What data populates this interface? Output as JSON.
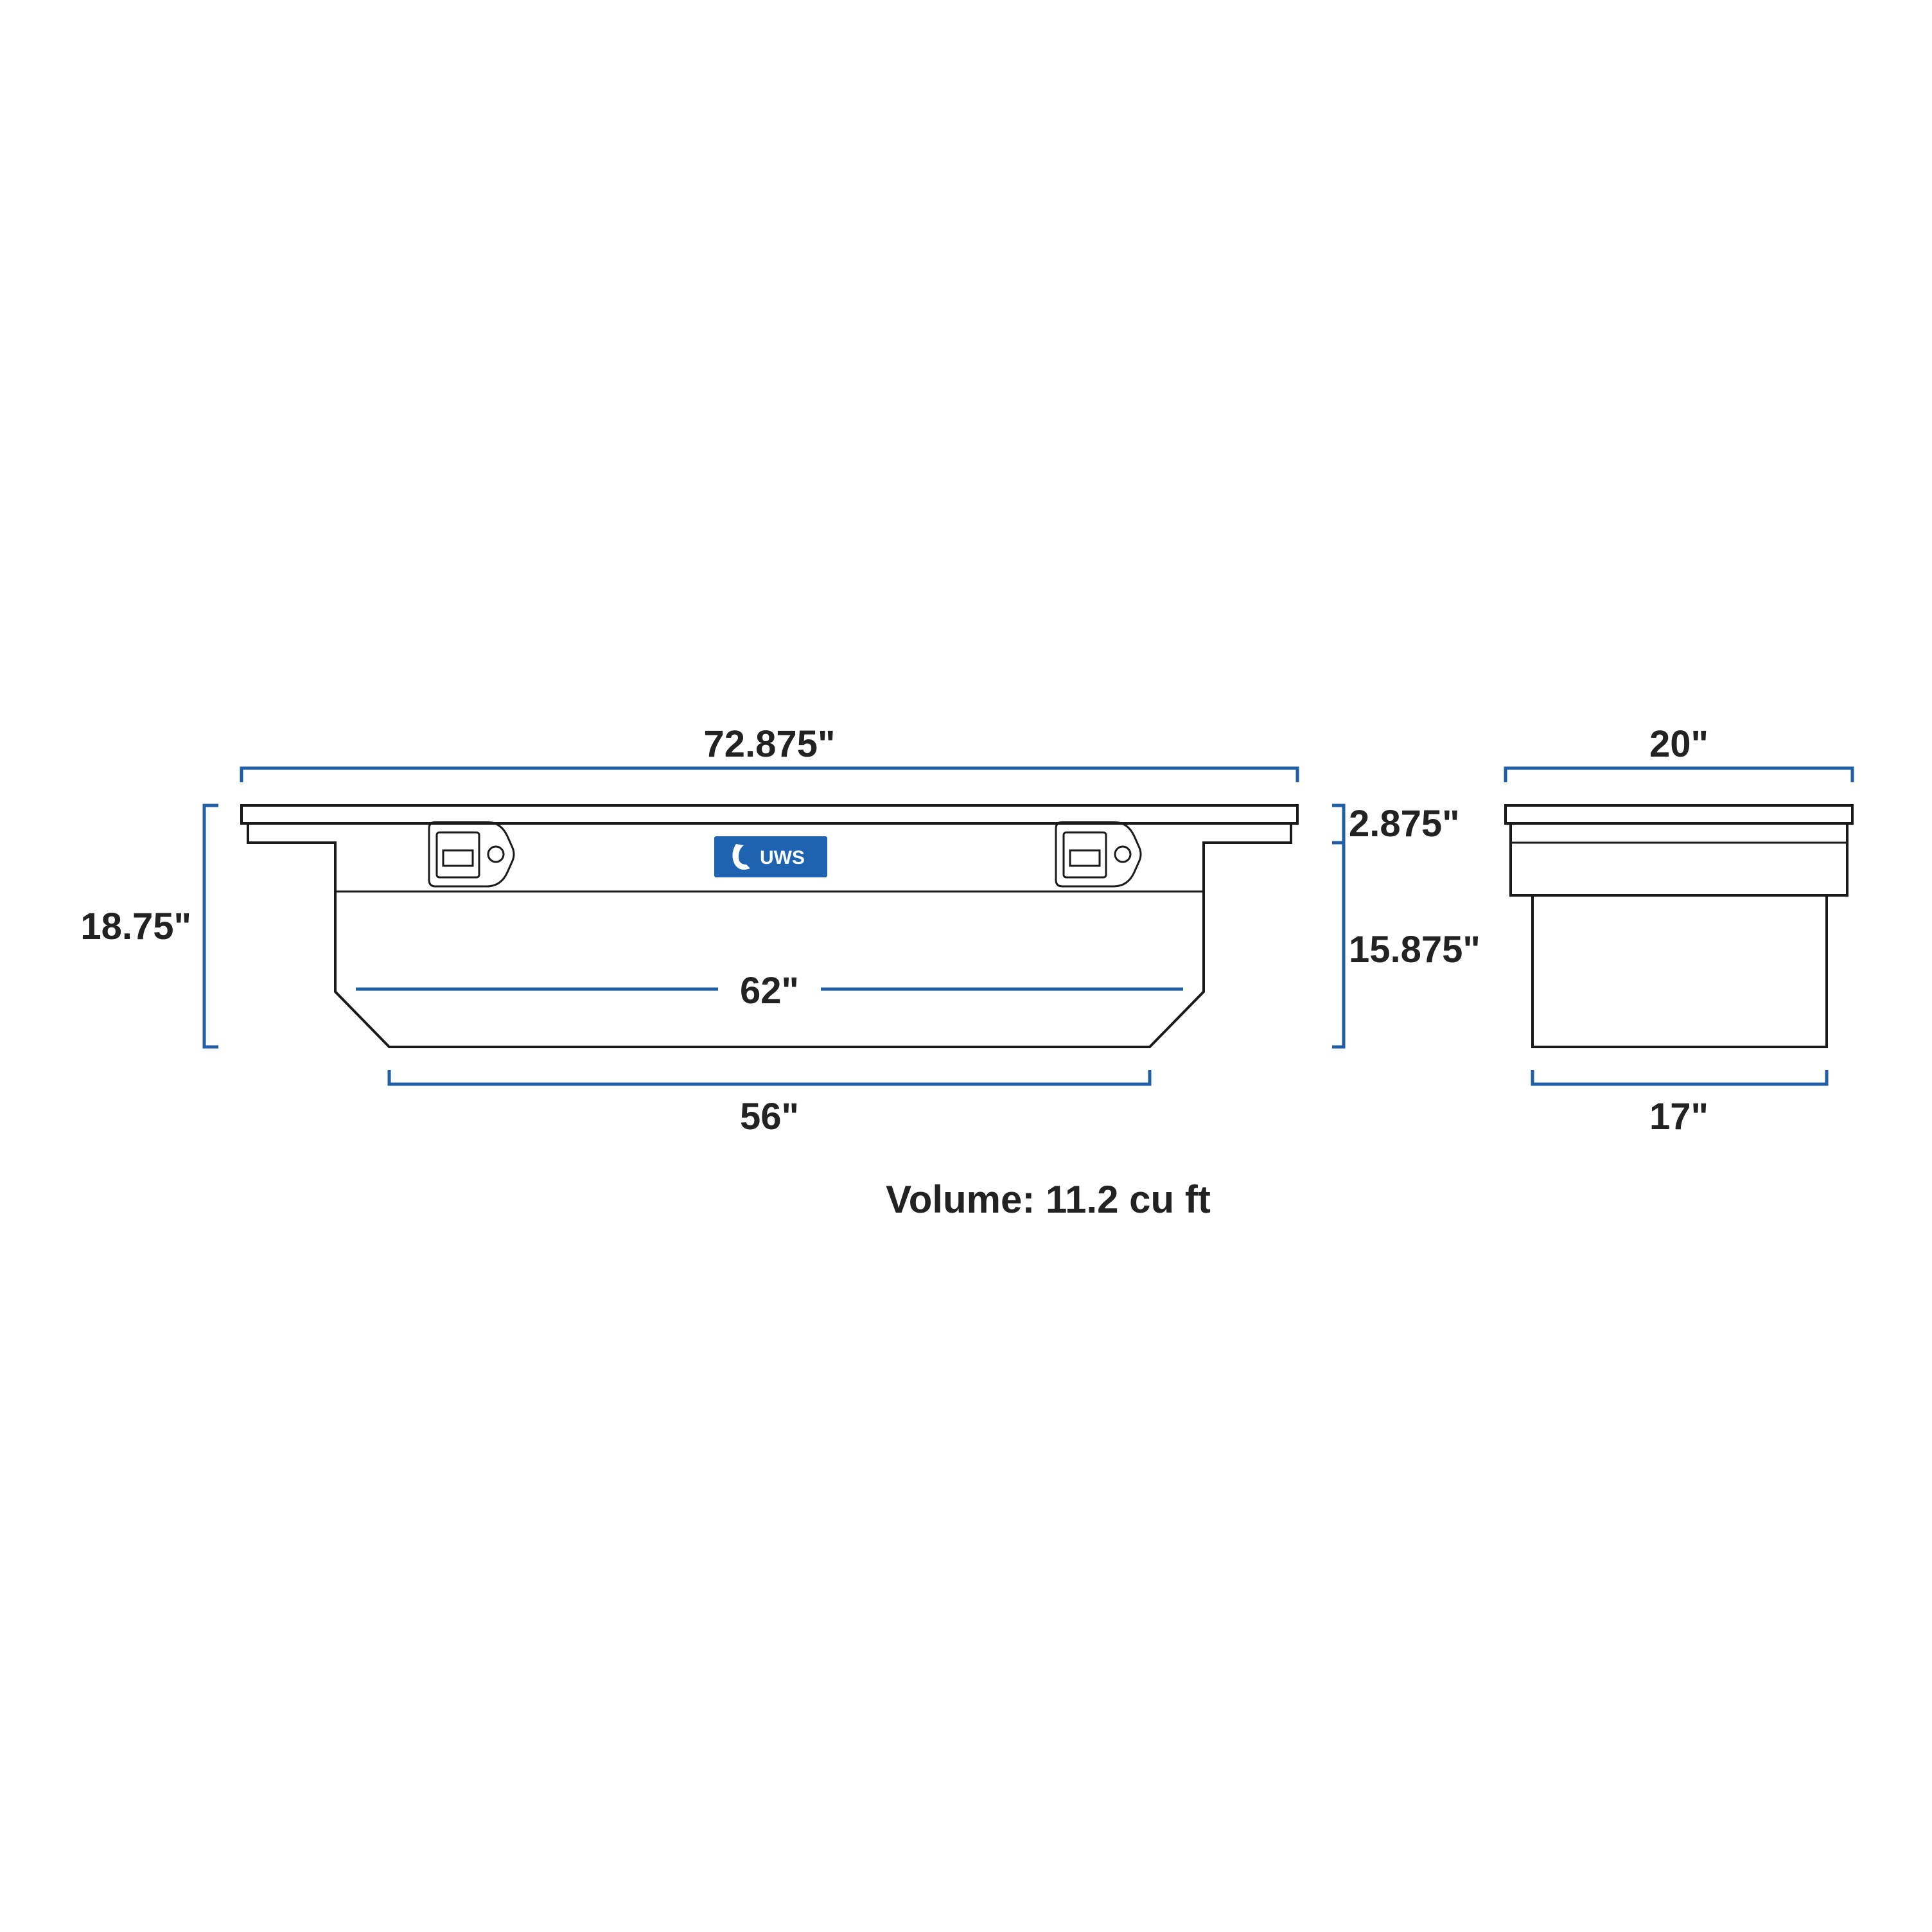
{
  "colors": {
    "dimension": "#1f5da6",
    "outline": "#1a1a1a",
    "text": "#222222",
    "logo_bg": "#1e63b0"
  },
  "dimensions": {
    "overall_length": "72.875\"",
    "overall_height": "18.75\"",
    "lid_height": "2.875\"",
    "body_height": "15.875\"",
    "inner_length": "62\"",
    "bottom_length": "56\"",
    "overall_width": "20\"",
    "bottom_width": "17\""
  },
  "logo": {
    "label": "UWS",
    "icon": "marlin-fish-icon"
  },
  "volume": "Volume: 11.2 cu ft"
}
